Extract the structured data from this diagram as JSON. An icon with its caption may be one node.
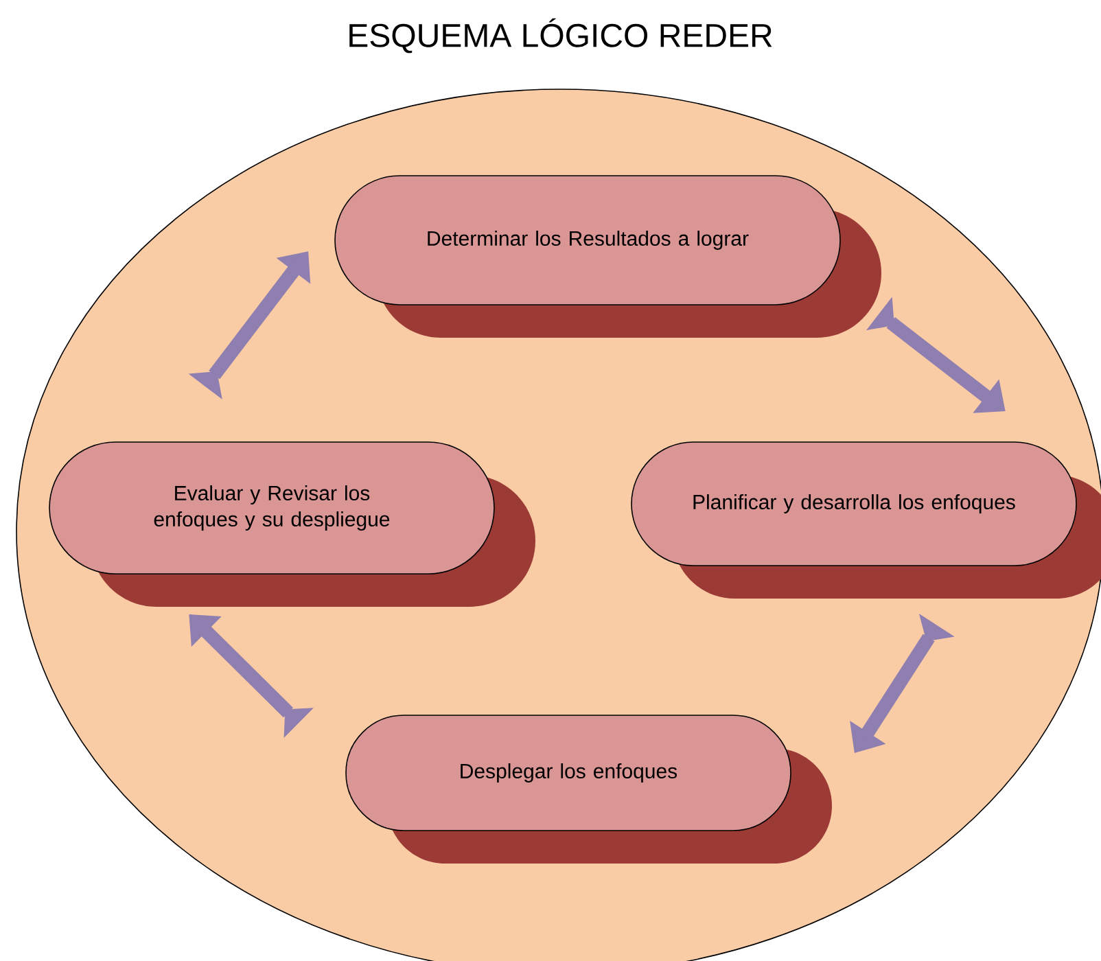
{
  "diagram": {
    "title": "ESQUEMA LÓGICO REDER",
    "nodes": [
      {
        "text": [
          "Determinar los Resultados a lograr"
        ]
      },
      {
        "text": [
          "Planificar y desarrolla los enfoques"
        ]
      },
      {
        "text": [
          "Desplegar los enfoques"
        ]
      },
      {
        "text": [
          "Evaluar y Revisar los enfoques y su despliegue"
        ]
      }
    ],
    "edges": [
      {
        "from": 0,
        "to": 1,
        "arrow": "to"
      },
      {
        "from": 1,
        "to": 2,
        "arrow": "to"
      },
      {
        "from": 2,
        "to": 3,
        "arrow": "to"
      },
      {
        "from": 3,
        "to": 0,
        "arrow": "to"
      }
    ]
  }
}
